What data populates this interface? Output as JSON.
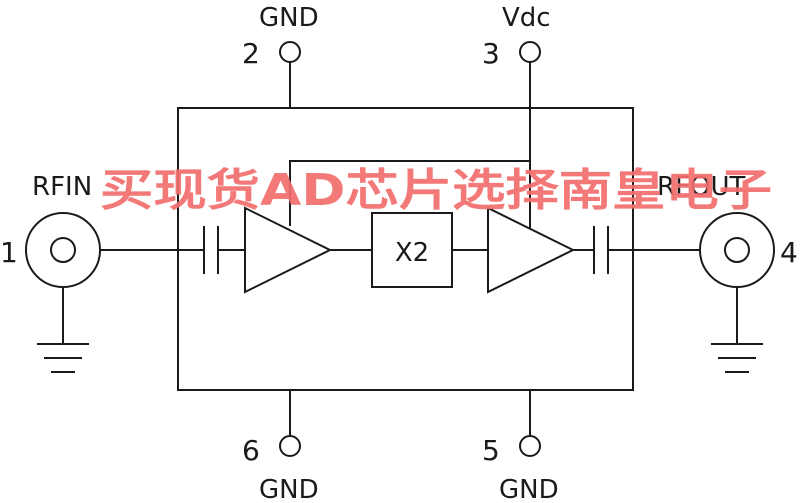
{
  "labels": {
    "gnd_top": "GND",
    "vdc": "Vdc",
    "rfin": "RFIN",
    "rfout": "RFOUT",
    "gnd_bottom_left": "GND",
    "gnd_bottom_right": "GND",
    "multiplier": "X2"
  },
  "pins": {
    "p1": "1",
    "p2": "2",
    "p3": "3",
    "p4": "4",
    "p5": "5",
    "p6": "6"
  },
  "watermark": "买现货AD芯片选择南皇电子"
}
